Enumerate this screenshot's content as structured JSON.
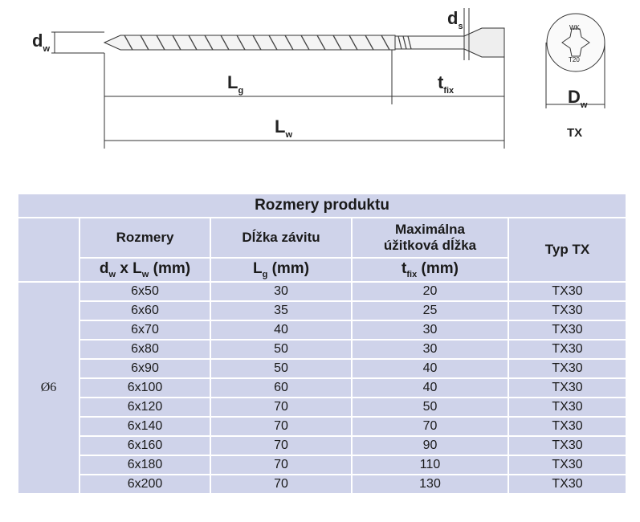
{
  "drawing": {
    "dw": "d",
    "dw_sub": "w",
    "ds": "d",
    "ds_sub": "s",
    "lg": "L",
    "lg_sub": "g",
    "tfix": "t",
    "tfix_sub": "fix",
    "lw": "L",
    "lw_sub": "w",
    "head_text_top": "WK",
    "head_text_bottom": "T20",
    "Dw": "D",
    "Dw_sub": "w",
    "tx": "TX"
  },
  "table": {
    "title": "Rozmery produktu",
    "col1": "Rozmery",
    "col2": "Dĺžka závitu",
    "col3_line1": "Maximálna",
    "col3_line2": "úžitková dĺžka",
    "col4": "Typ TX",
    "sub1_a": "d",
    "sub1_a_sub": "w",
    "sub1_b": " x L",
    "sub1_b_sub": "w",
    "sub1_unit": " (mm)",
    "sub2_a": "L",
    "sub2_a_sub": "g",
    "sub2_unit": " (mm)",
    "sub3_a": "t",
    "sub3_a_sub": "fix",
    "sub3_unit": " (mm)",
    "diameter": "Ø6",
    "rows": [
      {
        "size": "6x50",
        "lg": "30",
        "tfix": "20",
        "tx": "TX30"
      },
      {
        "size": "6x60",
        "lg": "35",
        "tfix": "25",
        "tx": "TX30"
      },
      {
        "size": "6x70",
        "lg": "40",
        "tfix": "30",
        "tx": "TX30"
      },
      {
        "size": "6x80",
        "lg": "50",
        "tfix": "30",
        "tx": "TX30"
      },
      {
        "size": "6x90",
        "lg": "50",
        "tfix": "40",
        "tx": "TX30"
      },
      {
        "size": "6x100",
        "lg": "60",
        "tfix": "40",
        "tx": "TX30"
      },
      {
        "size": "6x120",
        "lg": "70",
        "tfix": "50",
        "tx": "TX30"
      },
      {
        "size": "6x140",
        "lg": "70",
        "tfix": "70",
        "tx": "TX30"
      },
      {
        "size": "6x160",
        "lg": "70",
        "tfix": "90",
        "tx": "TX30"
      },
      {
        "size": "6x180",
        "lg": "70",
        "tfix": "110",
        "tx": "TX30"
      },
      {
        "size": "6x200",
        "lg": "70",
        "tfix": "130",
        "tx": "TX30"
      }
    ]
  }
}
